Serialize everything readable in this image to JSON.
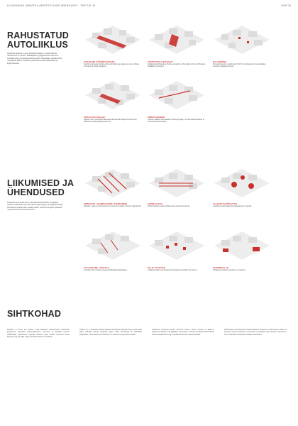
{
  "header": {
    "left": "KLINDAMINE INNARTIA ARHITEKTUURI ARENGUPID · TARTUS JK",
    "right": "LEHT 29"
  },
  "sections": [
    {
      "title_line1": "RAHUSTATUD",
      "title_line2": "AUTOLIIKLUS",
      "lead": "Kesklinna tänavad on liiga tihedalt kasutatud, mistõttu liikluse rahustamine on oluline. Jalakäijatele ja jalgratturitele tuleb luua turvalisemad ja mugavamad tingimused, vähendades autode kiirust ning läbivat liiklust. Autoliiklus peab toimima kõrvaltänavatel ja kogumisteedel.",
      "captions": [
        {
          "heading": "KOGUDUSE PÕÕRDETÄNAVAD",
          "text": "Kesklinna tänavatel hoitakse liiklus rahulikuna ja aeglasena, luues ühtlase tänavaruumi kõigile liiklejatele."
        },
        {
          "heading": "TÕUSTATUD ÜLEKÄIGUD",
          "text": "Ülekäigurajad tõstetakse kõnnitee tasandile, vähendades kiirust ja rõhutades jalakäijate eelisõigust."
        },
        {
          "heading": "KALADERINE",
          "text": "Kiirusepiirangud on kesklinnas 30 km/h ning tänavaruum kujundatakse vastavalt madalale kiirusele."
        },
        {
          "heading": "ÜHIS KASUTUSALAD",
          "text": "Jagatud ruumi põhimõttel kasutavad tänavat kõik liiklejad võrdselt ning sõiduki kiirus jääb jalakäija tasemele."
        },
        {
          "heading": "SÕIDUTASANDID",
          "text": "Tänava ristlõiked kujundatakse ühtlase pinnaga, mis rahustab autoliiklust ja soodustab liikumist jalgsi."
        }
      ]
    },
    {
      "title_line1": "LIIKUMISED JA",
      "title_line2": "ÜHENDUSED",
      "lead": "Kesklinna sees peab olema võimalik liikuda lihtsalt ja loogiliselt. Olulised sihtkohad tuleb ühendada selgete jalgsi- ja jalgrattateedega. Ühendused peavad olema katkematud, ohutud ja kergesti loetavad ning siduma linnaosasid tervikuks.",
      "captions": [
        {
          "heading": "ERINEVATE LIIKUMISVIISIDE ÜHENDAMINE",
          "text": "Jalgratta-, jalgsi- ja ühistranspordi teekonnad seotakse ühtseks võrgustikuks."
        },
        {
          "heading": "SIIRDE RAJAD",
          "text": "Sõlmpunktides luuakse lühikesed ja otsesed ühendused."
        },
        {
          "heading": "JALGRATTAVÕRGUSTIK",
          "text": "Kesklinnas tekib katkematu jalgrattateede võrgustik."
        },
        {
          "heading": "KVALITEETNE LÄBIPÄÄS",
          "text": "Kvartalite vahel luuakse mugavad läbipääsud jalakäijatele."
        },
        {
          "heading": "PALJU ÜLEKÄIKE",
          "text": "Ülekäigud paiknevad tihedalt ning järgivad loomulikke liikumisteid."
        },
        {
          "heading": "PARKIMISALAD",
          "text": "Parklad koondatakse kesklinna servadesse."
        }
      ]
    },
    {
      "title_line1": "SIHTKOHAD",
      "columns": [
        "Kesklinn on linna elu keskus, mida täidavad mitmekesised sihtkohad: kauplused, kohvikud, kultuuriasutused, teenused ja avalikud ruumid. Sihtkohtade paiknemine mõjutab otseselt seda, kuidas inimesed linnas liiguvad ning kui palju aega nad tänavaruumis veedavad.",
        "Oluline on, et sihtkohad oleksid jaotatud kesklinnas ühtlaselt ning nende vahel oleks võimalik liikuda mugavalt jalgsi. Mida tihedamalt on sihtkohad paigutatud, seda elavam ja turvalisem on linnaruum kogu päeva vältel.",
        "Kesklinna tänavatel peaks esimene korrus olema avatud ja aktiivne, pakkudes vaateid ning ligipääsu hoonetesse. Suletud fassaadid vähendavad tänava atraktiivsust ning muudavad liikumise ebameeldivaks.",
        "Sihtkohtade mitmekesisus toetab kesklinna elujõudu ja aitab kaasa sellele, et inimesed tulevad kesklinna erinevatel eesmärkidel ning viibivad seal kauem. See omakorda soodustab kohalikku ettevõtlust."
      ]
    }
  ],
  "colors": {
    "accent": "#c9302c",
    "text": "#2b2b2b",
    "building": "#e6e6e6"
  }
}
